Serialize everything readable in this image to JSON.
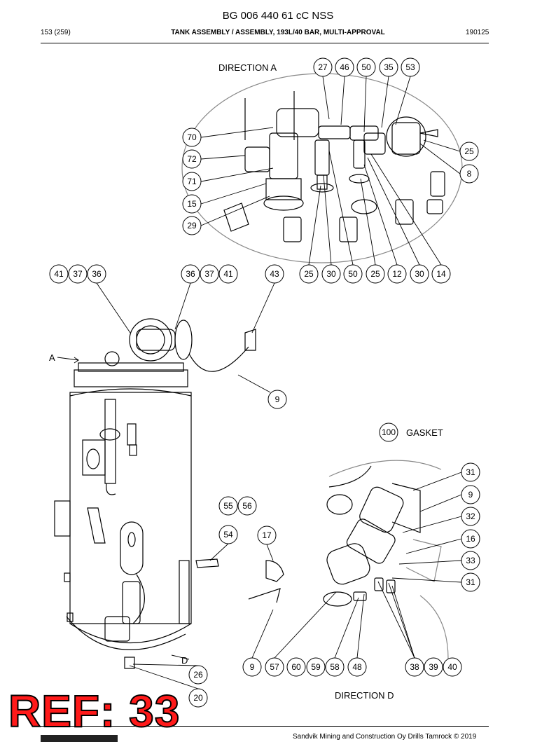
{
  "header": {
    "doc_id": "BG 006 440 61 cC NSS",
    "page": "153 (259)",
    "title": "TANK ASSEMBLY / ASSEMBLY, 193L/40 BAR, MULTI-APPROVAL",
    "date": "190125"
  },
  "views": {
    "direction_a": "DIRECTION A",
    "direction_d": "DIRECTION D",
    "label_a": "A",
    "label_d": "D",
    "gasket_ref": "100",
    "gasket_label": "GASKET"
  },
  "bubbles": {
    "top_row": [
      "27",
      "46",
      "50",
      "35",
      "53"
    ],
    "left_col": [
      "70",
      "72",
      "71",
      "15",
      "29"
    ],
    "right_col": [
      "25",
      "8"
    ],
    "bottom_row": [
      "25",
      "30",
      "50",
      "25",
      "12",
      "30",
      "14"
    ],
    "flange_left": [
      "41",
      "37",
      "36"
    ],
    "flange_right": [
      "36",
      "37",
      "41"
    ],
    "strap": "43",
    "cable": "9",
    "handle_top": [
      "55",
      "56"
    ],
    "handle": "54",
    "strap_d": "17",
    "drain": [
      "26",
      "20"
    ],
    "d_right": [
      "31",
      "9",
      "32",
      "16",
      "33",
      "31"
    ],
    "d_bottom_left": [
      "9",
      "57",
      "60",
      "59",
      "58",
      "48"
    ],
    "d_bottom_right": [
      "38",
      "39",
      "40"
    ]
  },
  "stamp": {
    "text": "REF: 33",
    "color": "#ff1a1a"
  },
  "footer": {
    "copyright": "Sandvik Mining and Construction Oy Drills Tamrock © 2019"
  }
}
